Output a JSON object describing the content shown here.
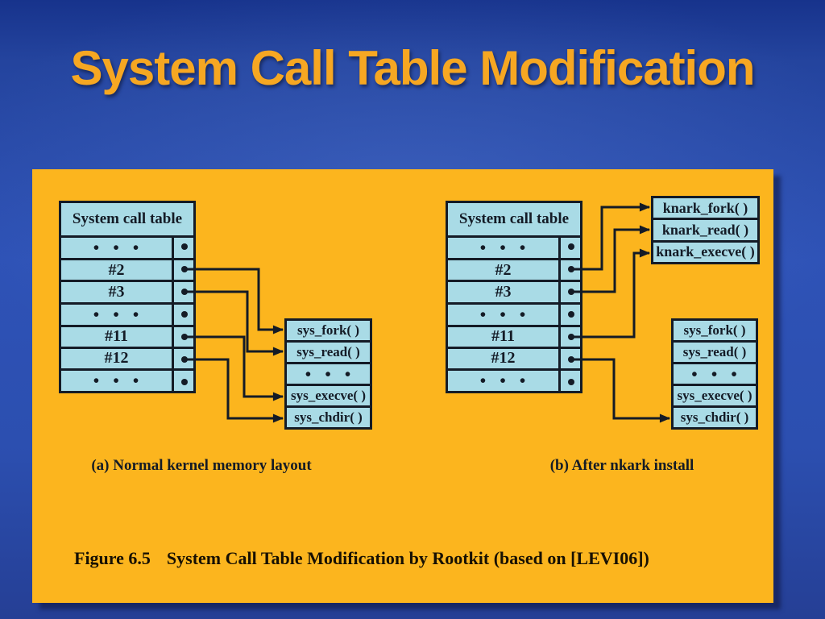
{
  "slide": {
    "title": "System Call Table Modification"
  },
  "figure": {
    "panel_a": {
      "caption": "(a) Normal kernel memory layout",
      "call_table": {
        "header": "System call table",
        "rows": [
          "• • •",
          "#2",
          "#3",
          "• • •",
          "#11",
          "#12",
          "• • •"
        ]
      },
      "sys_table": {
        "rows": [
          "sys_fork( )",
          "sys_read( )",
          "• • •",
          "sys_execve( )",
          "sys_chdir( )"
        ]
      },
      "mappings": [
        {
          "from": "#2",
          "to": "sys_fork( )"
        },
        {
          "from": "#3",
          "to": "sys_read( )"
        },
        {
          "from": "#11",
          "to": "sys_execve( )"
        },
        {
          "from": "#12",
          "to": "sys_chdir( )"
        }
      ]
    },
    "panel_b": {
      "caption": "(b) After nkark install",
      "call_table": {
        "header": "System call table",
        "rows": [
          "• • •",
          "#2",
          "#3",
          "• • •",
          "#11",
          "#12",
          "• • •"
        ]
      },
      "knark_table": {
        "rows": [
          "knark_fork( )",
          "knark_read( )",
          "knark_execve( )"
        ]
      },
      "sys_table": {
        "rows": [
          "sys_fork( )",
          "sys_read( )",
          "• • •",
          "sys_execve( )",
          "sys_chdir( )"
        ]
      },
      "mappings": [
        {
          "from": "#2",
          "to": "knark_fork( )"
        },
        {
          "from": "#3",
          "to": "knark_read( )"
        },
        {
          "from": "#11",
          "to": "knark_execve( )"
        },
        {
          "from": "#12",
          "to": "sys_chdir( )"
        }
      ]
    },
    "caption_label": "Figure 6.5",
    "caption_text": "System Call Table Modification by Rootkit (based on [LEVI06])"
  },
  "colors": {
    "title_orange": "#f6a722",
    "panel_orange": "#fcb51e",
    "cell_cyan": "#a9dbe6",
    "ink": "#141b26",
    "background_blue": "#2c4fb0",
    "divider_blue": "#6fa3e0"
  }
}
